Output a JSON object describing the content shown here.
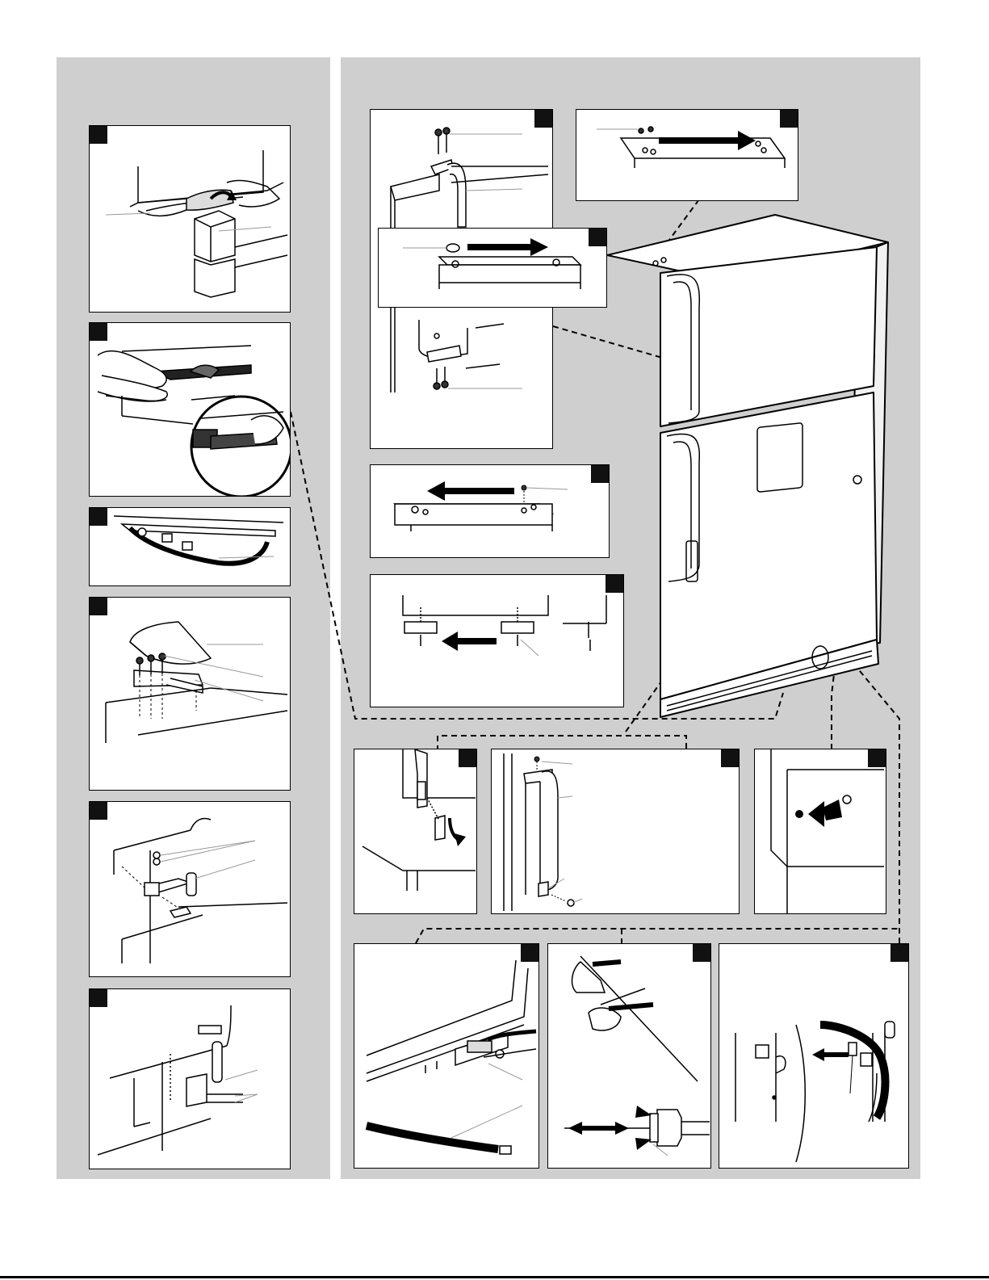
{
  "colors": {
    "gray_background": "#cfcfcf",
    "panel_fill": "#ffffff",
    "line": "#000000",
    "leader_line": "#999999",
    "step_tab": "#111111"
  },
  "icons": [
    "arrow-right-icon",
    "arrow-left-icon",
    "curved-arrow-icon",
    "screw-icon",
    "push-arrow-icon"
  ],
  "panels": {
    "left": [
      "drawer-removal",
      "cover-removal",
      "hose-routing",
      "hinge-cover",
      "center-hinge",
      "bottom-hinge"
    ],
    "right": [
      "handle-top",
      "top-plate-move",
      "handle-plug-move",
      "handle-plate-move",
      "bottom-bracket-move",
      "door-trim",
      "freezer-handle",
      "plug-button",
      "water-line-front",
      "water-fitting",
      "water-line-rear"
    ]
  }
}
